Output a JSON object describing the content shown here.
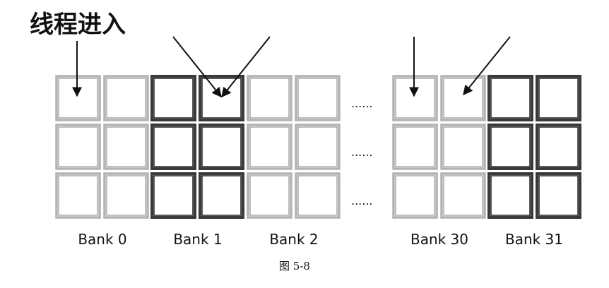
{
  "title": "线程进入",
  "ellipsis": "......",
  "banks": [
    {
      "label": "Bank 0",
      "shade": "light"
    },
    {
      "label": "Bank 1",
      "shade": "dark"
    },
    {
      "label": "Bank 2",
      "shade": "light"
    },
    {
      "label": "Bank 30",
      "shade": "light"
    },
    {
      "label": "Bank 31",
      "shade": "dark"
    }
  ],
  "rows": 3,
  "caption": "图   5-8",
  "colors": {
    "light_outer": "#b3b3b3",
    "light_inner": "#808080",
    "dark_outer": "#3a3a3a",
    "dark_inner": "#222222",
    "arrow": "#111111",
    "text": "#111111"
  }
}
